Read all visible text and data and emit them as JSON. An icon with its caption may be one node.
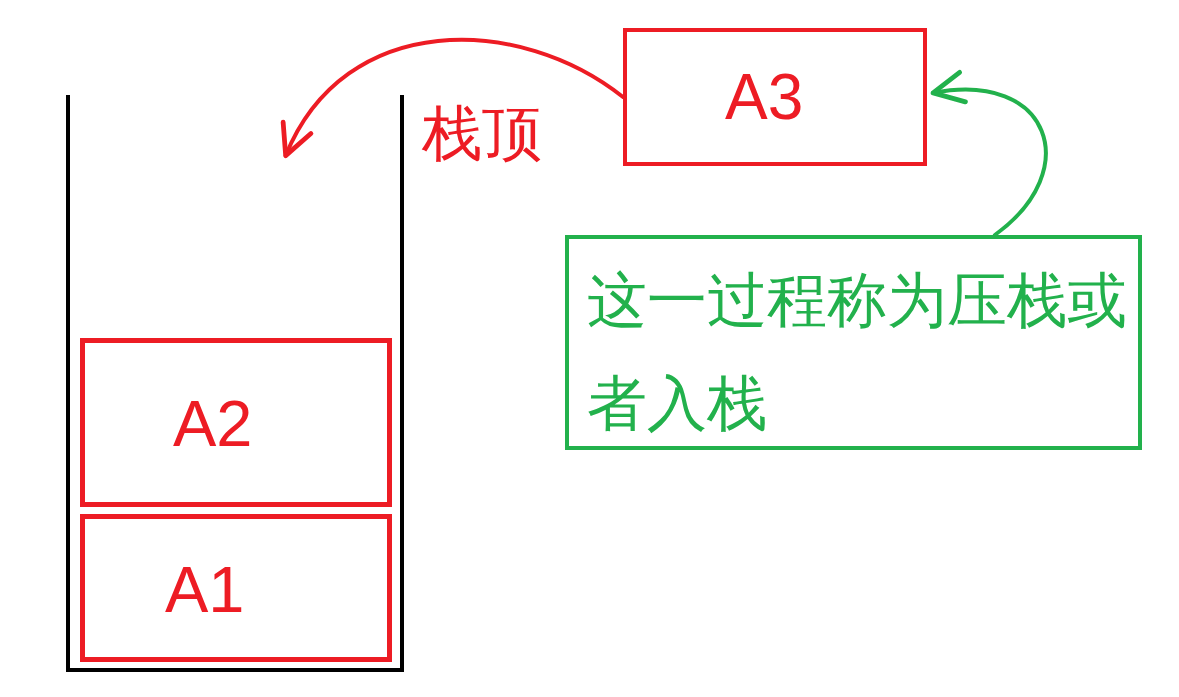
{
  "diagram": {
    "nodes": [
      {
        "text": [],
        "shape": "box"
      },
      {
        "text": [
          "A2"
        ],
        "in": 0
      },
      {
        "text": [
          "A1"
        ],
        "in": 0
      },
      {
        "text": [
          "A3"
        ]
      },
      {
        "text": [
          "这一过程称为压栈或者入栈"
        ]
      }
    ],
    "edges": [
      {
        "from": 3,
        "to": 0,
        "arrow": "to",
        "color": "#ed1c24"
      },
      {
        "from": 4,
        "to": 3,
        "arrow": "to",
        "color": "#22b14c"
      }
    ],
    "labels": [
      "栈顶"
    ]
  }
}
